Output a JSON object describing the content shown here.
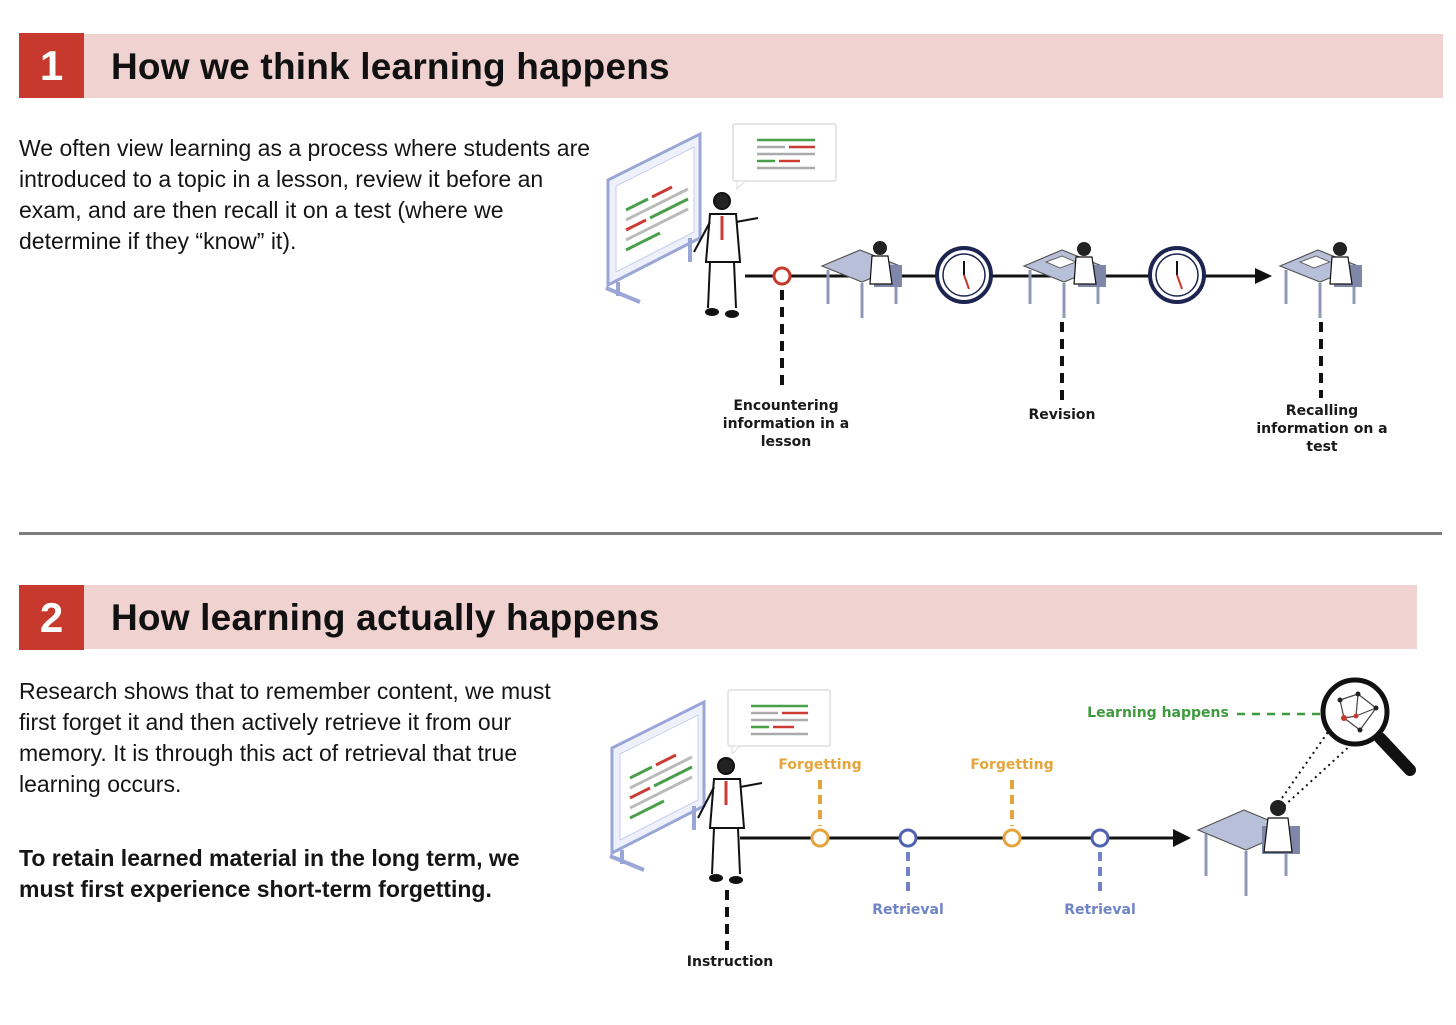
{
  "section1": {
    "number": "1",
    "title": "How we think learning happens",
    "paragraph": "We often view learning as a process where students are introduced to a topic in a lesson, review it before an exam, and are then recall it on a test (where we determine if they “know” it).",
    "labels": {
      "encounter": "Encountering information in a lesson",
      "revision": "Revision",
      "recall": "Recalling information on a test"
    }
  },
  "section2": {
    "number": "2",
    "title": "How learning actually happens",
    "paragraph": "Research shows that to remember content, we must first forget it and then actively retrieve it from our memory. It is through this act of retrieval that true learning occurs.",
    "bold_paragraph": "To retain learned material in the long term, we must first experience short-term forgetting.",
    "labels": {
      "forgetting_1": "Forgetting",
      "forgetting_2": "Forgetting",
      "retrieval_1": "Retrieval",
      "retrieval_2": "Retrieval",
      "instruction": "Instruction",
      "learning_happens": "Learning happens"
    }
  },
  "colors": {
    "accent_red": "#c8392d",
    "band_pink": "#f0d2d1",
    "forgetting_orange": "#e6a43d",
    "retrieval_blue": "#6f83c6",
    "learning_green": "#3f9a3f"
  }
}
